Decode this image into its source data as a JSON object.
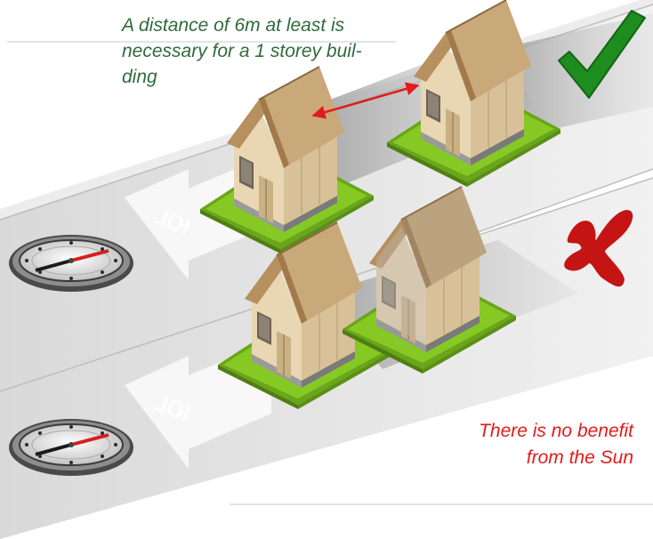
{
  "captions": {
    "top_line1": "A distance of 6m at least is",
    "top_line2": "necessary for a 1 storey buil-",
    "top_line3": "ding",
    "bottom_line1": "There is no benefit",
    "bottom_line2": "from the Sun"
  },
  "road_label": "ЮГ",
  "colors": {
    "caption_green": "#2f6b3a",
    "caption_red": "#e21b1b",
    "check_green": "#1e8c1e",
    "cross_red": "#c41414",
    "arrow_red": "#e21b1b",
    "lawn_green": "#7fc31c",
    "roof_tan": "#c8a678",
    "wall_cream": "#ecdcc0"
  },
  "icons": {
    "check": "check-mark-icon",
    "cross": "cross-mark-icon",
    "compass": "compass-icon",
    "south_arrow": "arrow-icon"
  }
}
